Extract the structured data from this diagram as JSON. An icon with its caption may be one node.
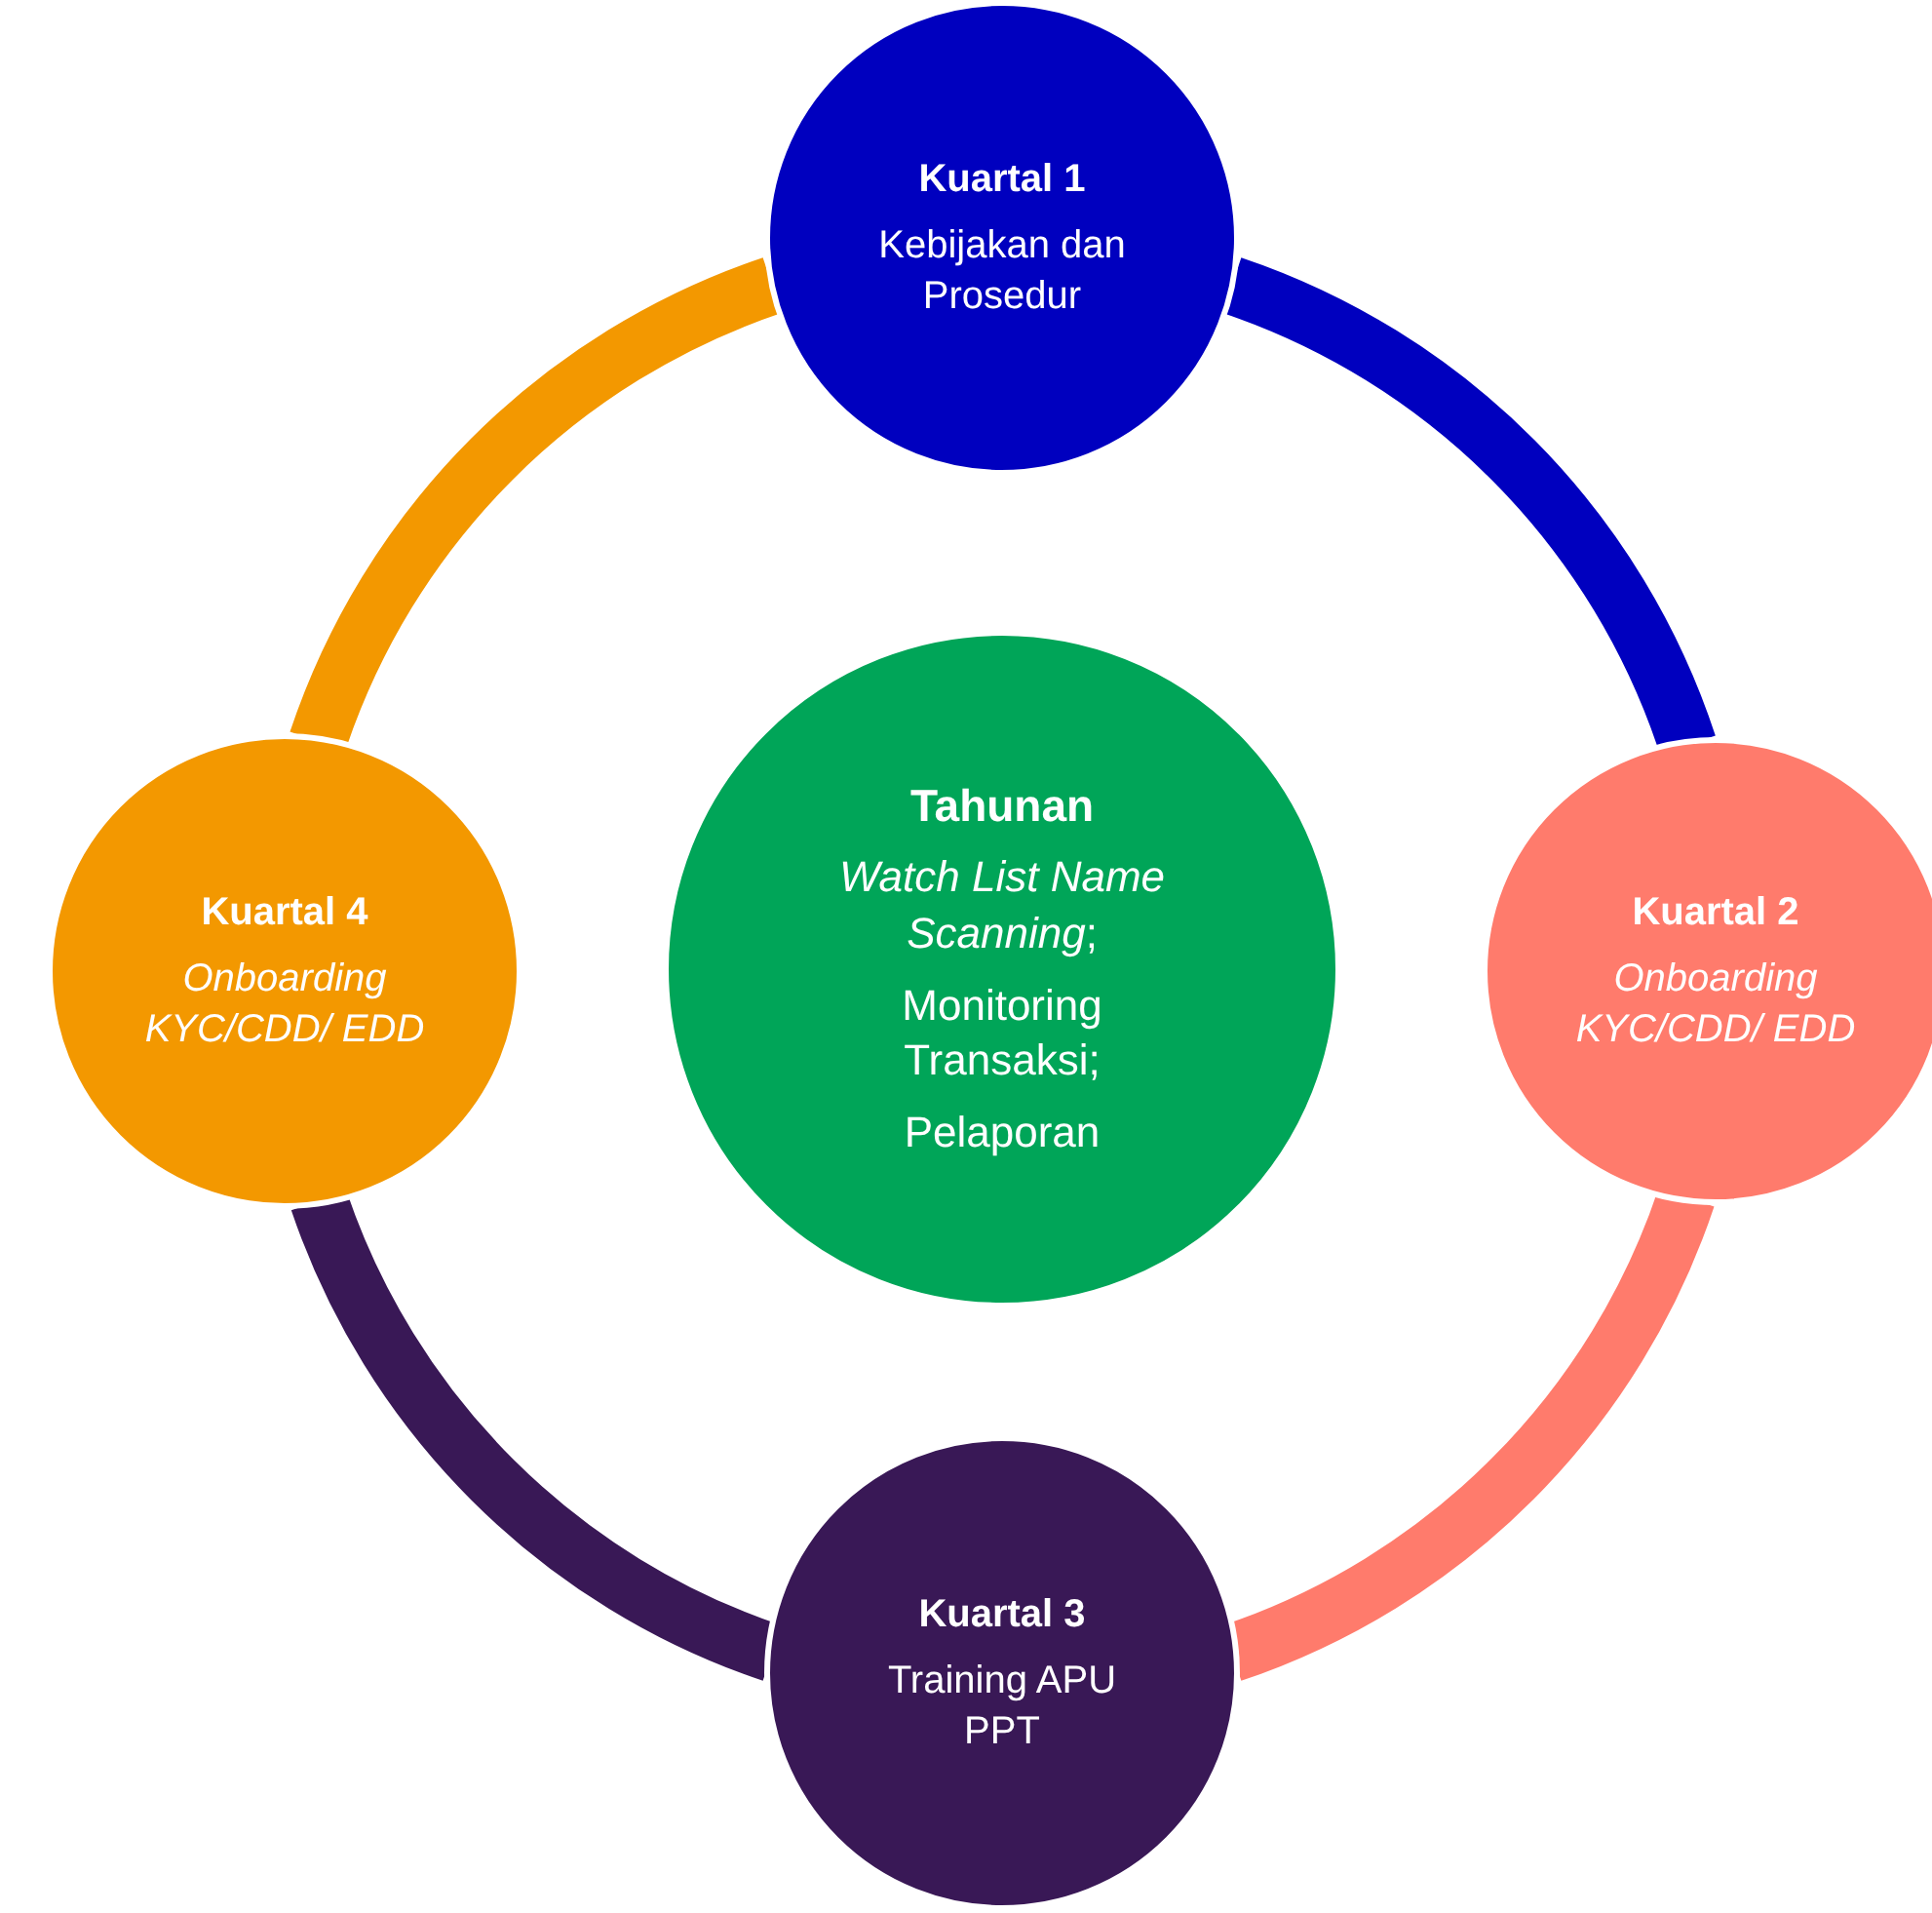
{
  "diagram": {
    "nodes": [
      {
        "text": [
          "Kuartal 1",
          "Kebijakan dan Prosedur"
        ]
      },
      {
        "text": [
          "Kuartal 4",
          "*Onboarding KYC/CDD/ EDD*"
        ]
      },
      {
        "text": [
          "Tahunan",
          "*Watch List Name Scanning*;",
          "Monitoring Transaksi;",
          "Pelaporan"
        ]
      },
      {
        "text": [
          "Kuartal 2",
          "*Onboarding KYC/CDD/ EDD*"
        ]
      },
      {
        "text": [
          "Kuartal 3",
          "Training APU PPT"
        ]
      }
    ],
    "edges": [
      {
        "from": 0,
        "to": 3,
        "arrow": "none",
        "color": "#0000bf"
      },
      {
        "from": 3,
        "to": 4,
        "arrow": "none",
        "color": "#ff7b6c"
      },
      {
        "from": 4,
        "to": 1,
        "arrow": "none",
        "color": "#391856"
      },
      {
        "from": 1,
        "to": 0,
        "arrow": "none",
        "color": "#f39800"
      }
    ]
  }
}
